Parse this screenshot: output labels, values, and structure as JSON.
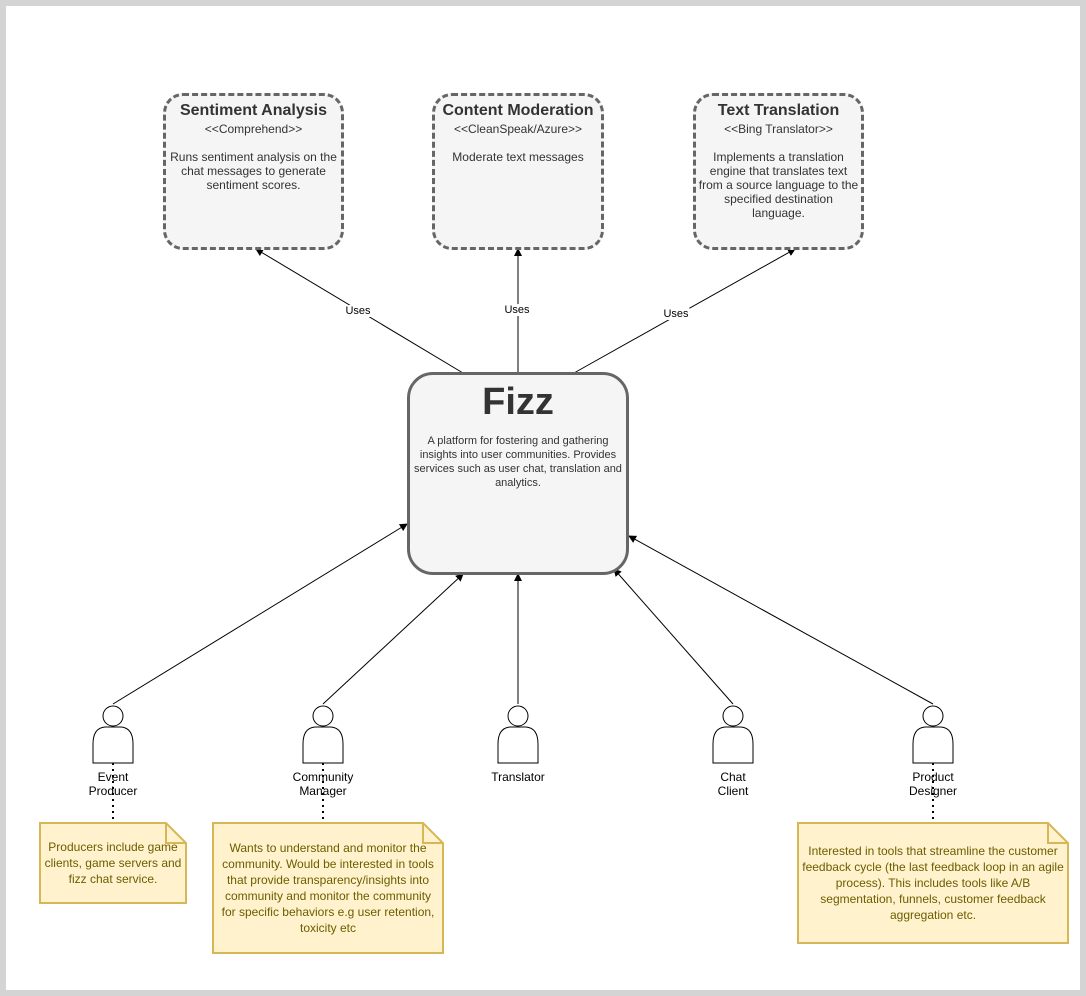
{
  "external_systems": [
    {
      "title": "Sentiment Analysis",
      "stereotype": "<<Comprehend>>",
      "description": "Runs sentiment analysis on the chat messages to generate sentiment scores."
    },
    {
      "title": "Content Moderation",
      "stereotype": "<<CleanSpeak/Azure>>",
      "description": "Moderate text messages"
    },
    {
      "title": "Text Translation",
      "stereotype": "<<Bing Translator>>",
      "description": "Implements a translation engine that translates text from a source language to the specified destination language."
    }
  ],
  "core": {
    "title": "Fizz",
    "description": "A platform for fostering and gathering insights into user communities. Provides services such as user chat, translation and analytics."
  },
  "edges": {
    "uses_labels": [
      "Uses",
      "Uses",
      "Uses"
    ]
  },
  "actors": [
    {
      "label": "Event Producer"
    },
    {
      "label": "Community Manager"
    },
    {
      "label": "Translator"
    },
    {
      "label": "Chat Client"
    },
    {
      "label": "Product Designer"
    }
  ],
  "notes": [
    {
      "text": "Producers include game clients, game servers and fizz chat service."
    },
    {
      "text": "Wants to understand and monitor the community. Would be interested in tools that provide transparency/insights into community and monitor the community for specific behaviors e.g user retention, toxicity etc"
    },
    {
      "text": "Interested in tools that streamline the customer feedback cycle (the last feedback loop in an agile process). This includes tools like A/B segmentation, funnels, customer feedback aggregation etc."
    }
  ],
  "colors": {
    "note_fill": "#fff2cc",
    "note_stroke": "#d6b656",
    "box_fill": "#f5f5f5",
    "box_stroke": "#666666"
  }
}
